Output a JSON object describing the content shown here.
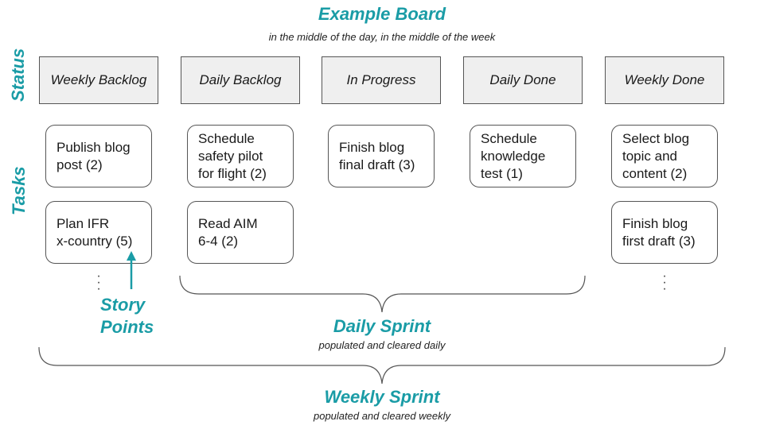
{
  "board": {
    "title": "Example Board",
    "subtitle": "in the middle of the day, in the middle of the week"
  },
  "row_labels": {
    "status": "Status",
    "tasks": "Tasks"
  },
  "columns": [
    {
      "status": "Weekly Backlog",
      "tasks": [
        "Publish blog\npost (2)",
        "Plan IFR\nx-country (5)"
      ]
    },
    {
      "status": "Daily Backlog",
      "tasks": [
        "Schedule\nsafety pilot\nfor flight (2)",
        "Read AIM\n6-4 (2)"
      ]
    },
    {
      "status": "In Progress",
      "tasks": [
        "Finish blog\nfinal draft (3)"
      ]
    },
    {
      "status": "Daily Done",
      "tasks": [
        "Schedule\nknowledge\ntest (1)"
      ]
    },
    {
      "status": "Weekly Done",
      "tasks": [
        "Select blog\ntopic and\ncontent (2)",
        "Finish blog\nfirst draft (3)"
      ]
    }
  ],
  "annotations": {
    "story_points": "Story\nPoints",
    "daily_sprint": {
      "label": "Daily Sprint",
      "caption": "populated and cleared daily"
    },
    "weekly_sprint": {
      "label": "Weekly Sprint",
      "caption": "populated and cleared weekly"
    }
  },
  "colors": {
    "accent": "#1a9ca6",
    "status_fill": "#efefef",
    "border": "#555555"
  }
}
